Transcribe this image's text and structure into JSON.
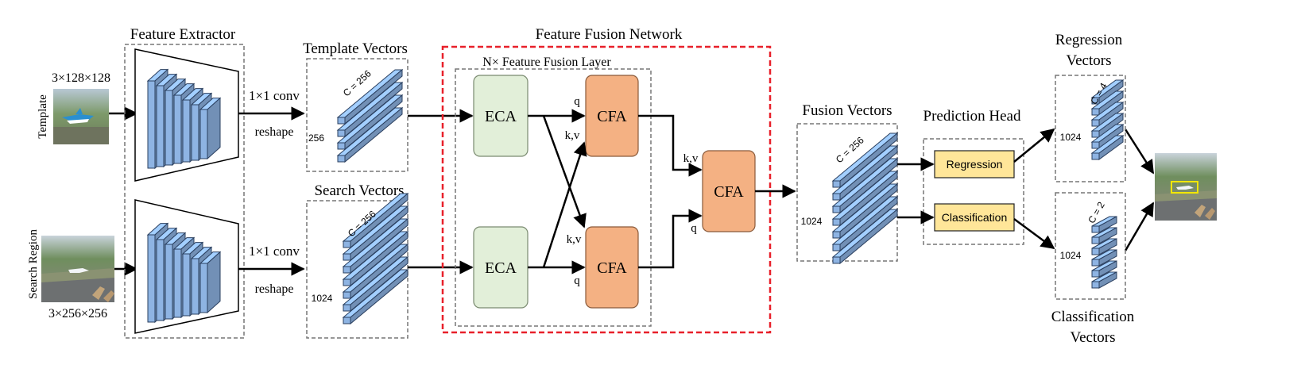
{
  "title": "Feature Fusion Network",
  "inputs": {
    "template_size": "3×128×128",
    "template_label": "Template",
    "search_size": "3×256×256",
    "search_label": "Search Region"
  },
  "extractor": {
    "title": "Feature Extractor",
    "conv_label": "1×1 conv",
    "reshape_label": "reshape"
  },
  "template_vectors": {
    "title": "Template Vectors",
    "channels": "C = 256",
    "length": "256"
  },
  "search_vectors": {
    "title": "Search Vectors",
    "channels": "C = 256",
    "length": "1024"
  },
  "fusion_layer": {
    "title": "N× Feature Fusion Layer",
    "eca_top": "ECA",
    "eca_bottom": "ECA",
    "cfa_top": "CFA",
    "cfa_bottom": "CFA",
    "cfa_final": "CFA",
    "q": "q",
    "kv": "k,v"
  },
  "fusion_vectors": {
    "title": "Fusion Vectors",
    "channels": "C = 256",
    "length": "1024"
  },
  "prediction_head": {
    "title": "Prediction Head",
    "regression": "Regression",
    "classification": "Classification"
  },
  "regression_vectors": {
    "title_line1": "Regression",
    "title_line2": "Vectors",
    "channels": "C = 4",
    "length": "1024"
  },
  "classification_vectors": {
    "title_line1": "Classification",
    "title_line2": "Vectors",
    "channels": "C = 2",
    "length": "1024"
  },
  "colors": {
    "eca_fill": "#e2efd9",
    "cfa_fill": "#f4b183",
    "head_fill": "#ffe699",
    "block_fill": "#8eb4e3",
    "red_border": "#e8202a"
  }
}
